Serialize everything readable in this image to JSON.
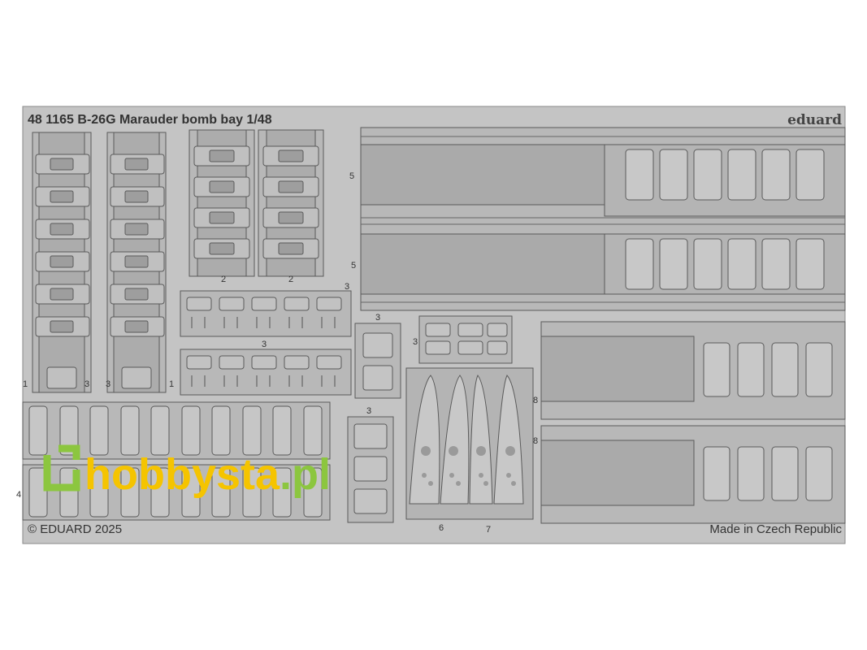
{
  "fret": {
    "title": "48 1165 B-26G Marauder bomb bay 1/48",
    "brand": "eduard",
    "copyright": "© EDUARD 2025",
    "origin": "Made in Czech Republic",
    "watermark": {
      "brand": "hobbysta",
      "domain": ".pl"
    },
    "colors": {
      "plate": "#c4c4c4",
      "part": "#aeaeae",
      "line": "#4a4a4a",
      "watermark_green": "#8cc63f",
      "watermark_yellow": "#f5c400"
    }
  },
  "part_numbers": {
    "n1_left": "1",
    "n3_a": "3",
    "n3_b": "3",
    "n1_right": "1",
    "n2_a": "2",
    "n2_b": "2",
    "n3_row_top": "3",
    "n3_row_mid": "3",
    "n3_small_top": "3",
    "n3_small_mid": "3",
    "n3_small_low": "3",
    "n4": "4",
    "n5_top": "5",
    "n5_bottom": "5",
    "n6": "6",
    "n7": "7",
    "n8_top": "8",
    "n8_bottom": "8"
  }
}
